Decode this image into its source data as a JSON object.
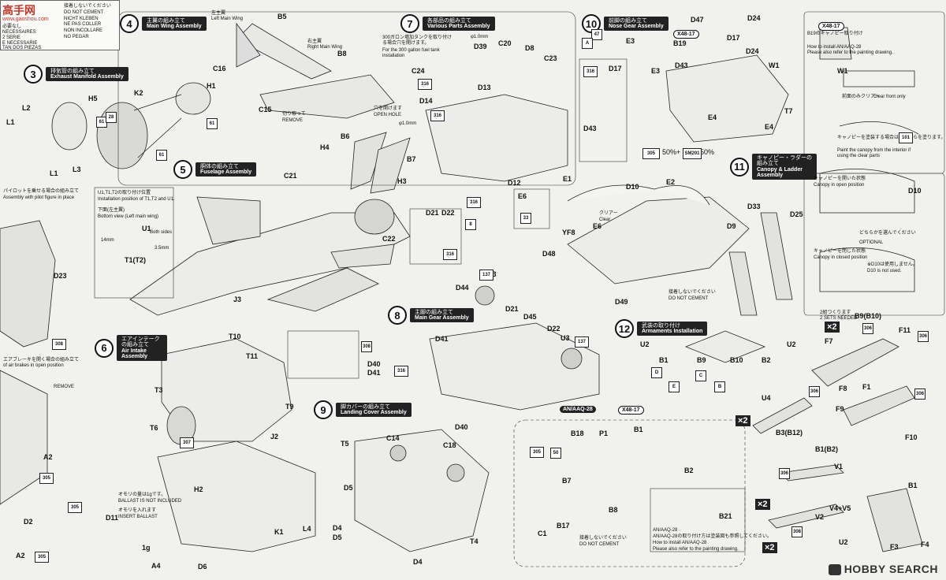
{
  "watermark": {
    "top_left": "高手网",
    "top_left_url": "www.gaoshou.com",
    "bottom_right": "HOBBY SEARCH"
  },
  "warning_box": {
    "lines": [
      "接着しないでください",
      "DO NOT CEMENT",
      "NICHT KLEBEN",
      "NE PAS COLLER",
      "NON INCOLLARE",
      "NO PEGAR"
    ],
    "left_lines": [
      "必要なし",
      "NECESSAIRES",
      "2 SERIE",
      "E NECESSARIE",
      "TAN DOS PIEZAS"
    ]
  },
  "steps": [
    {
      "num": "3",
      "jp": "排気管の組み立て",
      "en": "Exhaust Manifold Assembly"
    },
    {
      "num": "4",
      "jp": "主翼の組み立て",
      "en": "Main Wing Assembly"
    },
    {
      "num": "5",
      "jp": "胴体の組み立て",
      "en": "Fuselage Assembly"
    },
    {
      "num": "6",
      "jp": "エアインテークの組み立て",
      "en": "Air Intake Assembly"
    },
    {
      "num": "7",
      "jp": "各部品の組み立て",
      "en": "Various Parts Assembly"
    },
    {
      "num": "8",
      "jp": "主脚の組み立て",
      "en": "Main Gear Assembly"
    },
    {
      "num": "9",
      "jp": "脚カバーの組み立て",
      "en": "Landing Cover Assembly"
    },
    {
      "num": "10",
      "jp": "前脚の組み立て",
      "en": "Nose Gear Assembly"
    },
    {
      "num": "11",
      "jp": "キャノピー・ラダーの組み立て",
      "en": "Canopy & Ladder Assembly"
    },
    {
      "num": "12",
      "jp": "武装の取り付け",
      "en": "Armaments Installation"
    }
  ],
  "notes": {
    "left_main_wing_jp": "左主翼",
    "left_main_wing": "Left Main Wing",
    "right_main_wing_jp": "右主翼",
    "right_main_wing": "Right Main Wing",
    "remove_jp": "切り取って",
    "remove": "REMOVE",
    "tank_jp": "300ガロン増加タンクを取り付ける場合穴を開けます。",
    "tank_en1": "For the 300 gallon fuel tank",
    "tank_en2": "installation",
    "open_hole_jp": "穴を開けます",
    "open_hole": "OPEN HOLE",
    "hole_size": "φ1.0mm",
    "pilot_jp": "パイロットを乗せる場合の組み立て",
    "pilot_en": "Assembly with pilot figure in place",
    "u1t1t2_jp": "U1,T1,T2の取り付け位置",
    "u1t1t2_en": "Installation position of T1,T2 and U1.",
    "bottom_view_jp": "下面(左主翼)",
    "bottom_view": "Bottom view (Left main wing)",
    "both_sides": "Both sides",
    "dim_14": "14mm",
    "dim_35": "3.5mm",
    "airbrake_jp": "エアブレーキを開く場合の組み立て",
    "airbrake_en": "of air brakes in open position",
    "ballast_jp": "オモリの量は1gです。",
    "ballast_not": "BALLAST IS NOT INCLUDED",
    "ballast_insert_jp": "オモリを入れます",
    "ballast_insert": "INSERT BALLAST",
    "ballast_weight": "1g",
    "clear_jp": "クリアー",
    "clear": "Clear",
    "not_cement_jp": "接着しないでください",
    "not_cement": "DO NOT CEMENT",
    "paint_mix": "50%+",
    "paint_mix2": "50%",
    "b19_jp": "B19のキャノピー取り付け",
    "b19_en1": "How to install AN/AAQ-28",
    "b19_en2": "Please also refer to the painting drawing.",
    "w1_note_jp": "前面のみクリアー",
    "w1_note": "Clear front only",
    "canopy_paint_jp": "キャノピーを塗装する場合は内側からを塗ります。",
    "canopy_paint_en1": "Paint the canopy from the interior if",
    "canopy_paint_en2": "using the clear parts",
    "canopy_open_jp": "キャノピーを開いた状態",
    "canopy_open": "Canopy in open position",
    "canopy_closed_jp": "キャノピーを閉じた状態",
    "canopy_closed": "Canopy in closed position",
    "optional_jp": "どちらかを選んでください",
    "optional": "OPTIONAL",
    "d10_not_used_jp": "※D10は使用しません。",
    "d10_not_used": "D10 is not used.",
    "two_sets_jp": "2組つくります",
    "two_sets": "2 SETS NEEDED",
    "aaq28": "AN/AAQ-28",
    "aaq28_jp": "AN/AAQ-28の取り付け方は塗装図も参照してください。",
    "aaq28_en1": "How to install AN/AAQ-28",
    "aaq28_en2": "Please also refer to the painting drawing."
  },
  "tags": {
    "x48": "X48-17",
    "x2": "×2"
  },
  "parts": {
    "L1": "L1",
    "L2": "L2",
    "L3": "L3",
    "H5": "H5",
    "K2": "K2",
    "H1": "H1",
    "C16": "C16",
    "B5": "B5",
    "B8": "B8",
    "C15": "C15",
    "B6": "B6",
    "H4": "H4",
    "B7": "B7",
    "H3": "H3",
    "C21": "C21",
    "C22": "C22",
    "J3": "J3",
    "U1": "U1",
    "T1T2": "T1(T2)",
    "D23": "D23",
    "T10": "T10",
    "T11": "T11",
    "T3": "T3",
    "T6": "T6",
    "T9": "T9",
    "J2": "J2",
    "H2": "H2",
    "L4": "L4",
    "K1": "K1",
    "D11": "D11",
    "A4": "A4",
    "D6": "D6",
    "A2a": "A2",
    "A2b": "A2",
    "D2": "D2",
    "C20": "C20",
    "D8": "D8",
    "C23": "C23",
    "C24": "C24",
    "D39": "D39",
    "D13": "D13",
    "D14": "D14",
    "D12": "D12",
    "D21": "D21",
    "D22": "D22",
    "U3": "U3",
    "D44": "D44",
    "D21b": "D21",
    "D45": "D45",
    "D22b": "D22",
    "U3b": "U3",
    "D41": "D41",
    "D40": "D40",
    "D41b": "D41",
    "T5": "T5",
    "C14": "C14",
    "C18": "C18",
    "D40b": "D40",
    "D5": "D5",
    "D4": "D4",
    "D5b": "D5",
    "T4": "T4",
    "D4b": "D4",
    "B18": "B18",
    "P1": "P1",
    "B1": "B1",
    "B7b": "B7",
    "B2": "B2",
    "B8b": "B8",
    "C1": "C1",
    "B17": "B17",
    "B21": "B21",
    "D47": "D47",
    "D24": "D24",
    "B19": "B19",
    "D17": "D17",
    "E3": "E3",
    "D43": "D43",
    "D24b": "D24",
    "W1": "W1",
    "E3b": "E3",
    "D17b": "D17",
    "D43b": "D43",
    "T7": "T7",
    "E4": "E4",
    "E4b": "E4",
    "W1b": "W1",
    "E1": "E1",
    "D10": "D10",
    "E2": "E2",
    "E6": "E6",
    "YF8": "YF8",
    "E6b": "E6",
    "D48": "D48",
    "D49": "D49",
    "D33": "D33",
    "D25": "D25",
    "D9": "D9",
    "D10b": "D10",
    "U2": "U2",
    "U2b": "U2",
    "B1b": "B1",
    "B9": "B9",
    "B10": "B10",
    "B2b": "B2",
    "B9B10": "B9(B10)",
    "F7": "F7",
    "F11": "F11",
    "F8": "F8",
    "F1": "F1",
    "F9": "F9",
    "F10": "F10",
    "U4": "U4",
    "B3B12": "B3(B12)",
    "B1B2": "B1(B2)",
    "V1": "V1",
    "V2": "V2",
    "V4V5": "V4+V5",
    "U2c": "U2",
    "B1c": "B1",
    "F3": "F3",
    "F4": "F4"
  },
  "paint_codes": {
    "p316": "316",
    "p28": "28",
    "p61": "61",
    "p33": "33",
    "p8": "8",
    "p137": "137",
    "p305": "305",
    "p307": "307",
    "p308": "308",
    "p306": "306",
    "p47": "47",
    "p50": "50",
    "p101": "101",
    "sm201": "SM201",
    "pA": "A",
    "pB": "B",
    "pC": "C",
    "pD": "D",
    "pE": "E"
  }
}
